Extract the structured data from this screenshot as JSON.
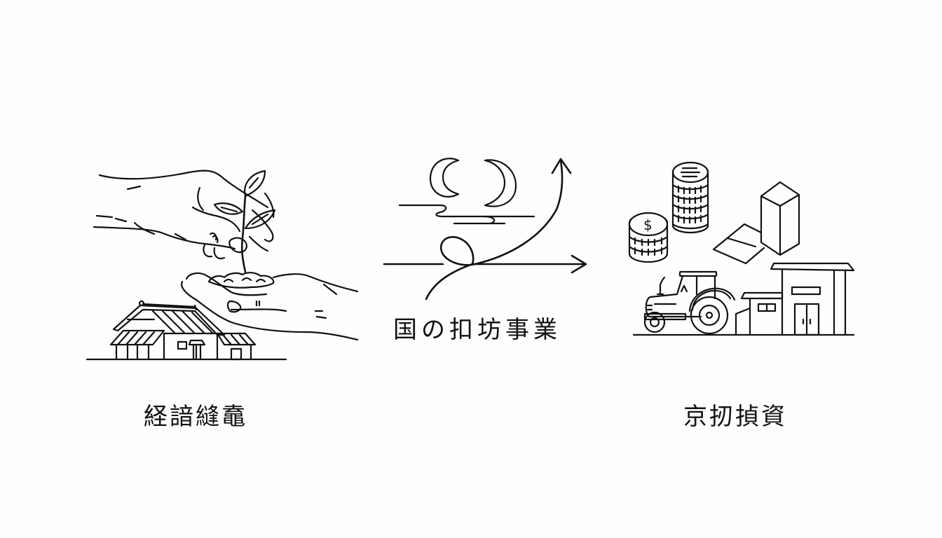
{
  "panels": [
    {
      "id": "left",
      "caption": "経諳縫鼁",
      "illustration": [
        "hand-icon",
        "seedling-icon",
        "soil-icon",
        "farmhouse-icon"
      ]
    },
    {
      "id": "center",
      "caption": "国の扣坊事業",
      "illustration": [
        "crescent-moon-icon",
        "crescent-moon-icon",
        "cloud-lines-icon",
        "loop-arrow-icon",
        "horizontal-arrow-icon",
        "rising-arrow-icon"
      ]
    },
    {
      "id": "right",
      "caption": "京扨揁資",
      "illustration": [
        "coin-stack-dollar-icon",
        "coin-stack-icon",
        "box-icon",
        "tractor-icon",
        "factory-building-icon"
      ]
    }
  ],
  "icons": {
    "dollar_symbol": "$"
  },
  "colors": {
    "background": "#fefefe",
    "stroke": "#111111",
    "text": "#111111"
  }
}
